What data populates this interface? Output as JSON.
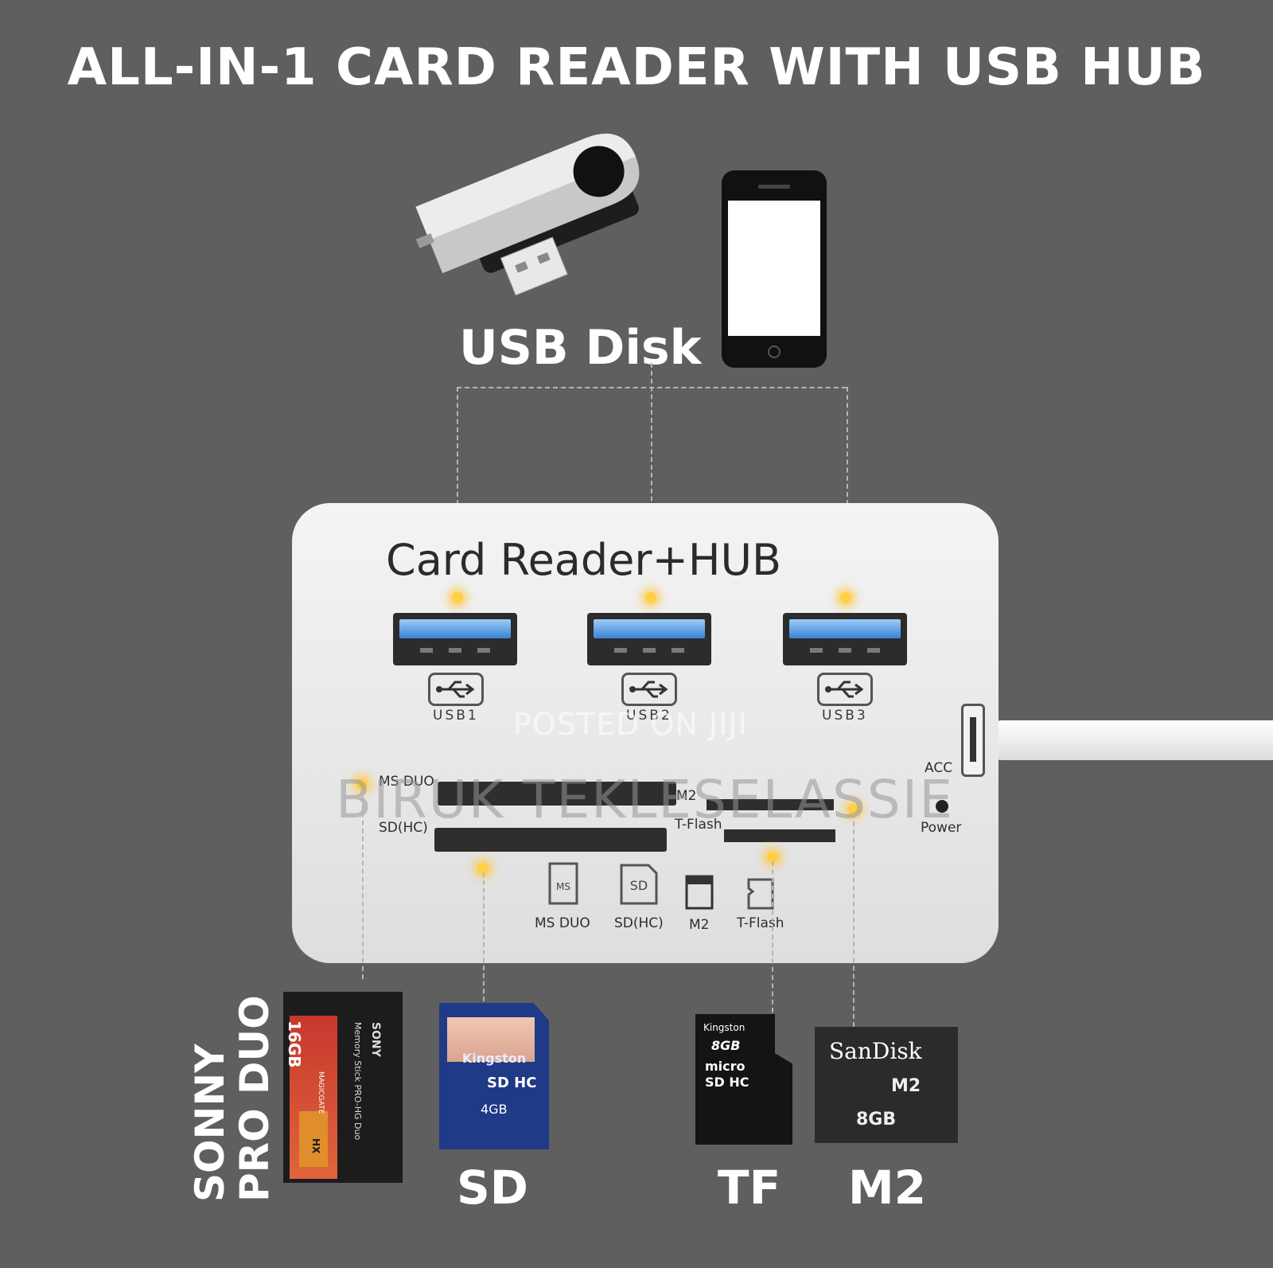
{
  "headline": "ALL-IN-1 CARD READER WITH USB HUB",
  "usb_disk_label": "USB Disk",
  "hub": {
    "title": "Card Reader+HUB",
    "ports": [
      "USB1",
      "USB2",
      "USB3"
    ],
    "slot_labels": {
      "ms_duo": "MS DUO",
      "sd_hc": "SD(HC)",
      "m2": "M2",
      "t_flash": "T-Flash",
      "acc": "ACC",
      "power": "Power"
    },
    "icon_labels": [
      "MS DUO",
      "SD(HC)",
      "M2",
      "T-Flash"
    ],
    "icon_marks": {
      "ms": "MS",
      "sd": "SD"
    }
  },
  "watermark": {
    "line1": "POSTED ON JIJI",
    "line2": "BIRUK TEKLESELASSIE"
  },
  "cards": {
    "memstick": {
      "capacity": "16GB",
      "brand": "SONY",
      "name": "Memory Stick PRO-HG Duo",
      "sub": "MAGICGATE",
      "badge": "HX"
    },
    "sd": {
      "brand": "Kingston",
      "type": "SD HC",
      "capacity": "4GB"
    },
    "tf": {
      "brand": "Kingston",
      "capacity": "8GB",
      "type": "micro SD HC"
    },
    "m2": {
      "brand": "SanDisk",
      "type": "M2",
      "capacity": "8GB"
    }
  },
  "card_labels": {
    "sonny_line1": "SONNY",
    "sonny_line2": "PRO DUO",
    "sd": "SD",
    "tf": "TF",
    "m2": "M2"
  },
  "colors": {
    "background": "#5f5f5f",
    "hub_body": "#e9e9e9",
    "port_blue": "#3a83d6",
    "glow": "#ffcf45"
  }
}
